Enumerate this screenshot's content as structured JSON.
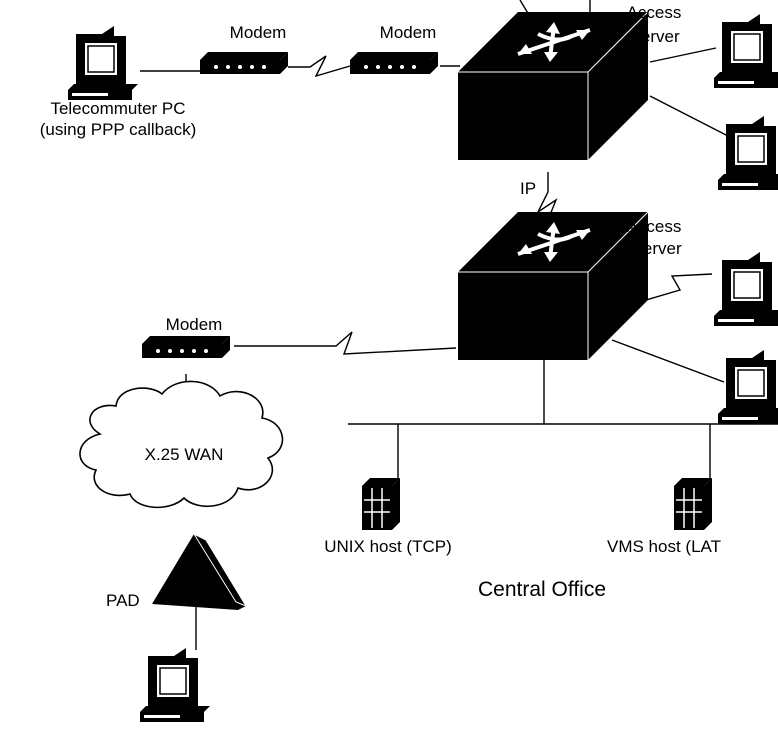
{
  "labels": {
    "modem_1": "Modem",
    "modem_2": "Modem",
    "modem_3": "Modem",
    "telecommuter_line1": "Telecommuter PC",
    "telecommuter_line2": "(using PPP callback)",
    "access_server_top_line1": "Access",
    "access_server_top_line2": "server",
    "access_server_bottom_line1": "Access",
    "access_server_bottom_line2": "server",
    "ip_link": "IP",
    "x25_wan": "X.25 WAN",
    "pad": "PAD",
    "unix_host": "UNIX host (TCP)",
    "vms_host": "VMS host (LAT",
    "central_office": "Central Office"
  },
  "colors": {
    "stroke": "#000000",
    "fill": "#000000",
    "background": "#ffffff"
  },
  "icons": [
    "pc-icon",
    "modem-icon",
    "access-server-icon",
    "cloud-icon",
    "pad-icon",
    "host-icon"
  ]
}
